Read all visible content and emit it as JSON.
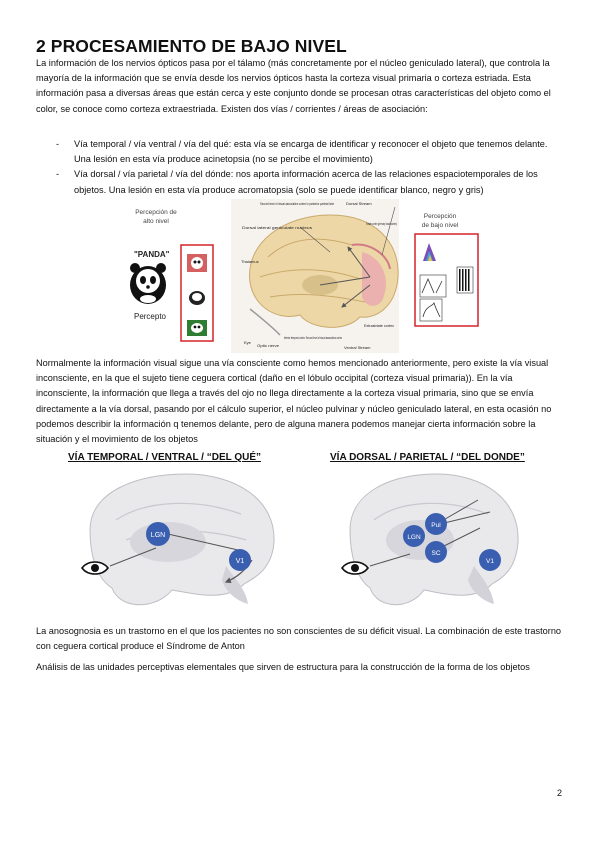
{
  "heading": "2  PROCESAMIENTO DE BAJO NIVEL",
  "intro": "La información de los nervios ópticos pasa por el tálamo (más concretamente por el núcleo geniculado lateral), que controla la mayoría de la información que se envía desde los nervios ópticos hasta la corteza visual primaria o corteza estriada. Esta información pasa a diversas áreas que están cerca y este conjunto donde se procesan otras características del objeto como el color, se conoce como corteza extraestriada. Existen dos vías / corrientes / áreas de asociación:",
  "bullets": [
    {
      "dash": "-",
      "text": "Vía temporal / vía ventral / vía del qué: esta vía se encarga de identificar y reconocer el objeto que tenemos delante. Una lesión en esta vía produce acinetopsia (no se percibe el movimiento)"
    },
    {
      "dash": "-",
      "text": "Vía dorsal / vía parietal / vía del dónde: nos aporta información acerca de las relaciones espaciotemporales de los objetos. Una lesión en esta vía produce acromatopsia (solo se puede identificar blanco, negro y gris)"
    }
  ],
  "figure1": {
    "left_caption": [
      "Percepción de",
      "alto nivel"
    ],
    "panda_label": "\"PANDA\"",
    "percepto": "Percepto",
    "right_caption": [
      "Percepción",
      "de bajo nivel"
    ],
    "brain_labels": {
      "second_level": "Second level of visual association cortex in posterior parietal lobe",
      "dorsal_stream": "Dorsal Stream",
      "dorsal_lgn": "Dorsal lateral geniculate nucleus",
      "striate": "Striate cortex (primary visual cortex)",
      "thalamus": "Thalamus",
      "extrastriate": "Extrastriate cortex",
      "eye": "Eye",
      "optic_nerve": "Optic nerve",
      "inferior_temporal": "Inferior temporal cortex: Second level of visual association cortex",
      "ventral_stream": "Ventral Stream"
    }
  },
  "paragraph2": "Normalmente la información visual sigue una vía consciente como hemos mencionado anteriormente, pero existe la vía visual inconsciente, en la que el sujeto tiene ceguera cortical (daño en el lóbulo occipital (corteza visual primaria)). En la vía inconsciente, la información que llega a través del ojo no llega directamente a la corteza visual primaria, sino que se envía directamente a la vía dorsal, pasando por el cálculo superior, el núcleo pulvinar y núcleo geniculado lateral, en esta ocasión no podemos describir la información q tenemos delante, pero de alguna manera podemos manejar cierta información sobre la situación y el movimiento de los objetos",
  "figure2": {
    "left_title": "VÍA TEMPORAL / VENTRAL / “DEL QUÉ”",
    "right_title": "VÍA DORSAL / PARIETAL / “DEL DONDE”",
    "lgn": "LGN",
    "v1": "V1",
    "pul": "Pul",
    "sc": "SC"
  },
  "paragraph3": "La anosognosia es un trastorno en el que los pacientes no son conscientes de su déficit visual. La combinación de este trastorno con ceguera cortical produce el Síndrome de Anton",
  "paragraph4": "Análisis de las unidades perceptivas elementales que sirven de estructura para la construcción de la forma de los objetos",
  "page_number": "2",
  "colors": {
    "accent_red": "#d4232a",
    "node_blue": "#3b5fb0",
    "brain_fill": "#e9e9ec"
  }
}
